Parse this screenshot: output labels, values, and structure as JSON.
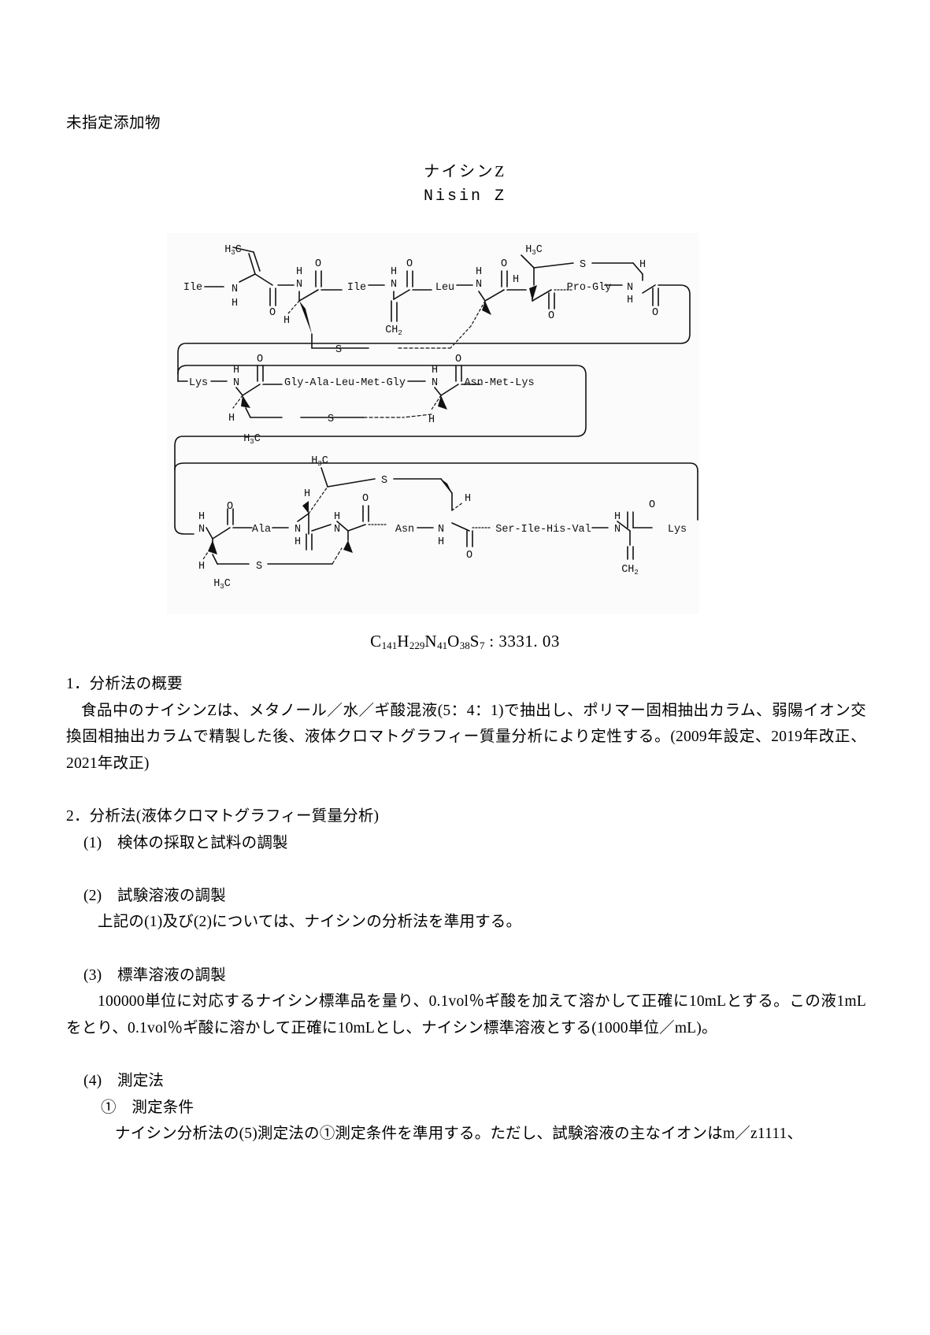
{
  "header": {
    "running_head": "未指定添加物"
  },
  "title": {
    "jp": "ナイシンZ",
    "en": "Nisin Z"
  },
  "structure": {
    "caption_formula": "C141H229N41O38S7 : 3331.03",
    "formula_parts": {
      "c": "C",
      "c_n": "141",
      "h": "H",
      "h_n": "229",
      "n": "N",
      "n_n": "41",
      "o": "O",
      "o_n": "38",
      "s": "S",
      "s_n": "7",
      "separator": " : ",
      "mass": "3331. 03"
    },
    "row1_labels": [
      "Ile",
      "H3C",
      "N",
      "H",
      "O",
      "O",
      "H",
      "Ile",
      "N",
      "H",
      "O",
      "CH2",
      "Leu",
      "N",
      "H",
      "O",
      "H",
      "H3C",
      "H",
      "S",
      "H",
      "O",
      "Pro-Gly",
      "N",
      "H",
      "S"
    ],
    "row2_labels": [
      "Lys",
      "N",
      "H",
      "O",
      "H",
      "Gly-Ala-Leu-Met-Gly",
      "N",
      "H",
      "O",
      "H",
      "Asn-Met-Lys",
      "S",
      "H3C",
      "S"
    ],
    "row3_labels": [
      "N",
      "H",
      "O",
      "H3C",
      "H",
      "Ala",
      "N",
      "H",
      "S",
      "O",
      "N",
      "H",
      "O",
      "H",
      "Asn",
      "N",
      "H",
      "H",
      "O",
      "S",
      "H3C",
      "Ser-Ile-His-Val",
      "N",
      "H",
      "O",
      "CH2",
      "Lys"
    ]
  },
  "sections": [
    {
      "heading": "1．分析法の概要",
      "paragraphs": [
        "食品中のナイシンZは、メタノール／水／ギ酸混液(5：4：1)で抽出し、ポリマー固相抽出カラム、弱陽イオン交換固相抽出カラムで精製した後、液体クロマトグラフィー質量分析により定性する。(2009年設定、2019年改正、2021年改正)"
      ]
    },
    {
      "heading": "2．分析法(液体クロマトグラフィー質量分析)",
      "items": [
        {
          "label": "(1)　検体の採取と試料の調製",
          "body": ""
        },
        {
          "label": "(2)　試験溶液の調製",
          "body": "上記の(1)及び(2)については、ナイシンの分析法を準用する。"
        },
        {
          "label": "(3)　標準溶液の調製",
          "body": "100000単位に対応するナイシン標準品を量り、0.1vol％ギ酸を加えて溶かして正確に10mLとする。この液1mLをとり、0.1vol％ギ酸に溶かして正確に10mLとし、ナイシン標準溶液とする(1000単位／mL)。"
        },
        {
          "label": "(4)　測定法",
          "sub_label": "①　測定条件",
          "body": "ナイシン分析法の(5)測定法の①測定条件を準用する。ただし、試験溶液の主なイオンはm／z1111、"
        }
      ]
    }
  ]
}
